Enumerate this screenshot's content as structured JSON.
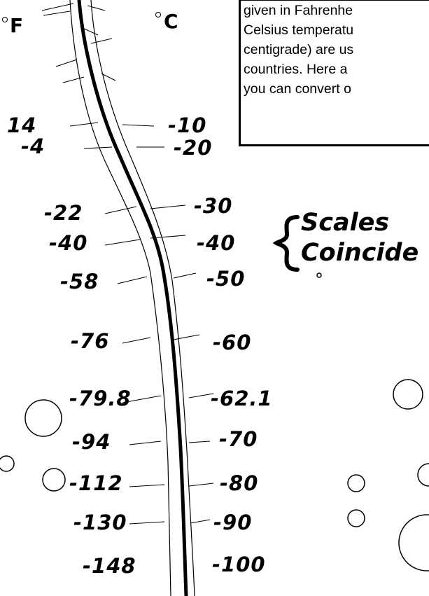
{
  "units": {
    "fahrenheit": "F",
    "celsius": "C"
  },
  "scale_pairs": [
    {
      "f": "14",
      "c": "-10"
    },
    {
      "f": "-4",
      "c": "-20"
    },
    {
      "f": "-22",
      "c": "-30"
    },
    {
      "f": "-40",
      "c": "-40"
    },
    {
      "f": "-58",
      "c": "-50"
    },
    {
      "f": "-76",
      "c": "-60"
    },
    {
      "f": "-79.8",
      "c": "-62.1"
    },
    {
      "f": "-94",
      "c": "-70"
    },
    {
      "f": "-112",
      "c": "-80"
    },
    {
      "f": "-130",
      "c": "-90"
    },
    {
      "f": "-148",
      "c": "-100"
    }
  ],
  "coincide_label": {
    "line1": "Scales",
    "line2": "Coincide"
  },
  "text_box": {
    "lines": [
      "given in Fahrenhe",
      "Celsius temperatu",
      "centigrade) are us",
      "countries.  Here a",
      "you can convert o"
    ]
  }
}
